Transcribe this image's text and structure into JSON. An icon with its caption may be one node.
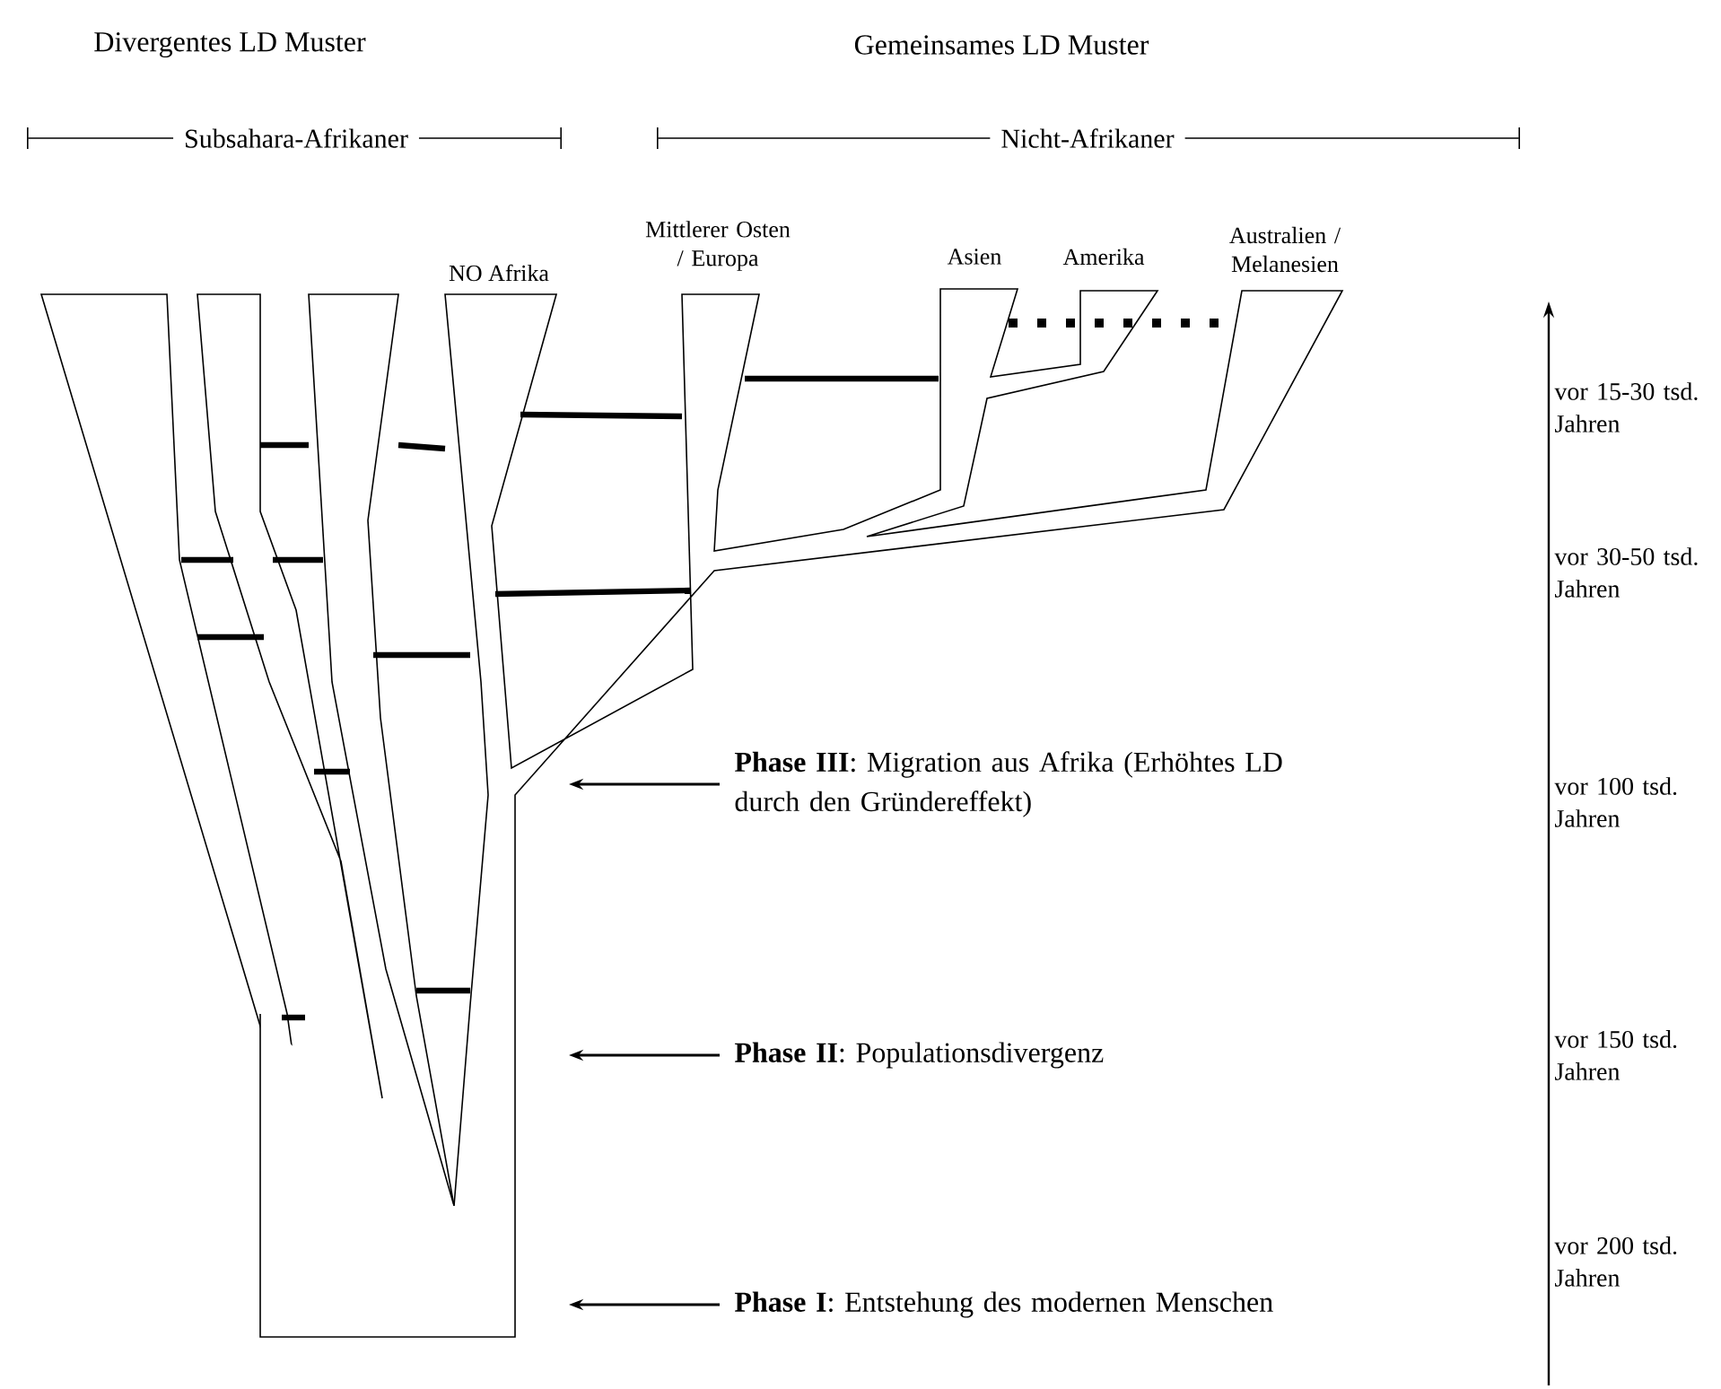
{
  "diagram": {
    "nodes": [
      {
        "text": [
          "**Phase III**: Migration aus Afrika (Erhöhtes LD durch den Gründereffekt)"
        ]
      },
      {
        "text": [
          "**Phase II**: Populationsdivergenz"
        ]
      },
      {
        "text": [
          "**Phase I**: Entstehung des modernen Menschen"
        ]
      }
    ],
    "edges": [
      {
        "from": 0,
        "to": null,
        "arrow": "to"
      },
      {
        "from": 1,
        "to": null,
        "arrow": "to"
      },
      {
        "from": 2,
        "to": null,
        "arrow": "to"
      }
    ],
    "labels": [
      "Divergentes LD Muster",
      "Gemeinsames LD Muster",
      "Subsahara-Afrikaner",
      "Nicht-Afrikaner",
      "NO Afrika",
      "Mittlerer Osten / Europa",
      "Asien",
      "Amerika",
      "Australien / Melanesien",
      "vor 15-30 tsd. Jahren",
      "vor 30-50 tsd. Jahren",
      "vor 100 tsd. Jahren",
      "vor 150 tsd. Jahren",
      "vor 200 tsd. Jahren"
    ]
  }
}
